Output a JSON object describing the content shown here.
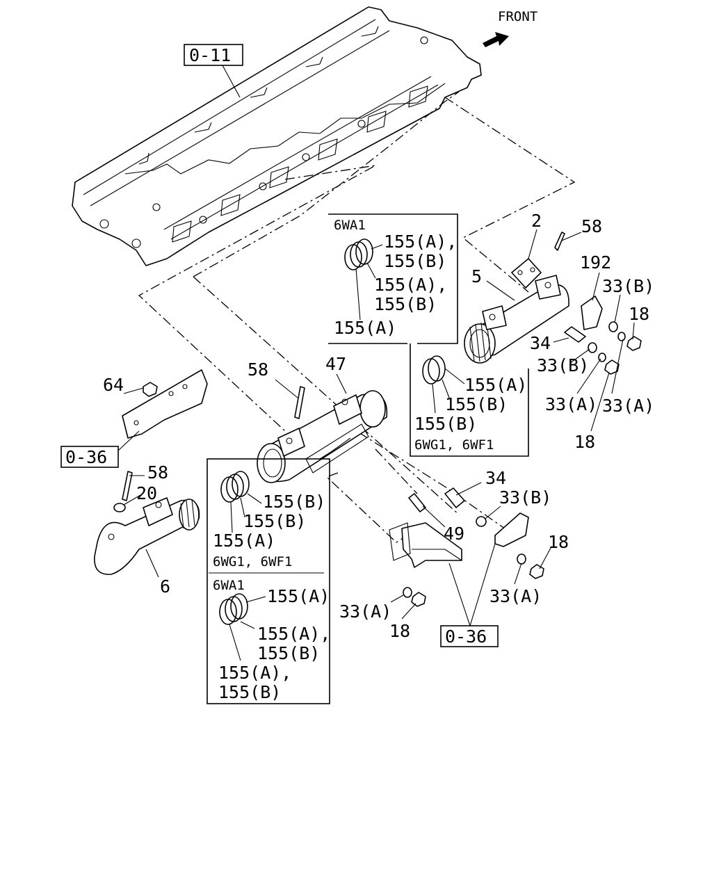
{
  "front_label": "FRONT",
  "refs": {
    "ref_top": "0-11",
    "ref_left": "0-36",
    "ref_bottom": "0-36"
  },
  "parts": {
    "p2": "2",
    "p5": "5",
    "p6": "6",
    "p18a": "18",
    "p18b": "18",
    "p18c": "18",
    "p18d": "18",
    "p20": "20",
    "p33b1": "33(B)",
    "p33b2": "33(B)",
    "p33b3": "33(B)",
    "p33a1": "33(A)",
    "p33a2": "33(A)",
    "p33a3": "33(A)",
    "p33a4": "33(A)",
    "p34a": "34",
    "p34b": "34",
    "p47": "47",
    "p49": "49",
    "p58a": "58",
    "p58b": "58",
    "p58c": "58",
    "p64": "64",
    "p192": "192"
  },
  "inset_top": {
    "model": "6WA1",
    "labels": [
      "155(A),",
      "155(B)",
      "155(A),",
      "155(B)",
      "155(A)"
    ]
  },
  "inset_mid": {
    "labels": [
      "155(A)",
      "155(B)",
      "155(B)"
    ],
    "model": "6WG1, 6WF1"
  },
  "inset_left": {
    "labels_1": [
      "155(B)",
      "155(B)",
      "155(A)"
    ],
    "model_1": "6WG1, 6WF1",
    "model_2": "6WA1",
    "labels_2": [
      "155(A)",
      "155(A),",
      "155(B)",
      "155(A),",
      "155(B)"
    ]
  }
}
